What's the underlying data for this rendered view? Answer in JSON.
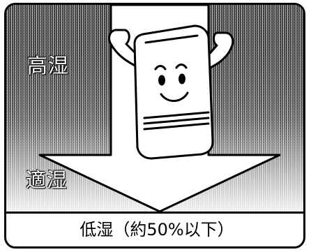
{
  "labels": {
    "high": "高湿",
    "mid": "適湿",
    "low": "低湿（約50%以下）"
  },
  "illustration": {
    "subject": "dehumidifier-mascot",
    "icon": "down-arrow-icon"
  }
}
